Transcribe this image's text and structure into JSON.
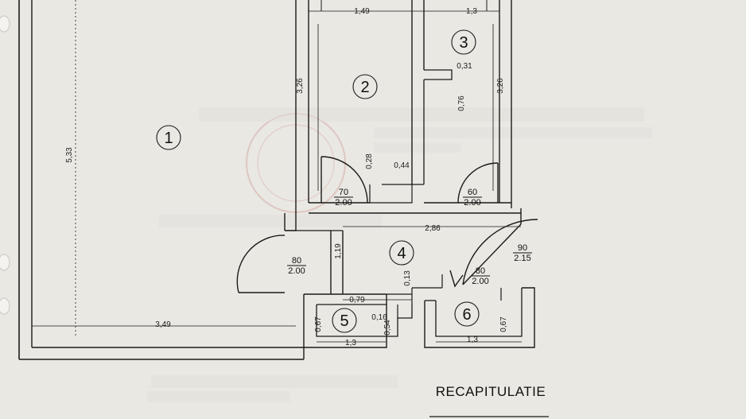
{
  "rooms": [
    {
      "id": "room-1",
      "label": "1"
    },
    {
      "id": "room-2",
      "label": "2"
    },
    {
      "id": "room-3",
      "label": "3"
    },
    {
      "id": "room-4",
      "label": "4"
    },
    {
      "id": "room-5",
      "label": "5"
    },
    {
      "id": "room-6",
      "label": "6"
    }
  ],
  "dimensions": {
    "top_room2_width": "1,49",
    "top_room3_width": "1,3",
    "room2_height": "3,26",
    "room3_height": "3,26",
    "room3_notch": "0,31",
    "room3_partition": "0,76",
    "room1_height": "5,33",
    "room1_width": "3,49",
    "duct_small": "0,28",
    "duct_width": "0,44",
    "hall_width": "2,86",
    "hall_height": "1,19",
    "step_079": "0,79",
    "step_013": "0,13",
    "step_016": "0,16",
    "room5_width": "1,3",
    "room5_height": "0,67",
    "room5_side": "0,54",
    "room6_width": "1,3",
    "room6_height": "0,67"
  },
  "doors": [
    {
      "id": "door-room2",
      "width": "70",
      "height": "2.00"
    },
    {
      "id": "door-room3",
      "width": "60",
      "height": "2.00"
    },
    {
      "id": "door-room1",
      "width": "80",
      "height": "2.00"
    },
    {
      "id": "door-entrance",
      "width": "90",
      "height": "2.15"
    },
    {
      "id": "door-room6",
      "width": "80",
      "height": "2.00"
    }
  ],
  "footer": {
    "heading": "RECAPITULATIE"
  }
}
